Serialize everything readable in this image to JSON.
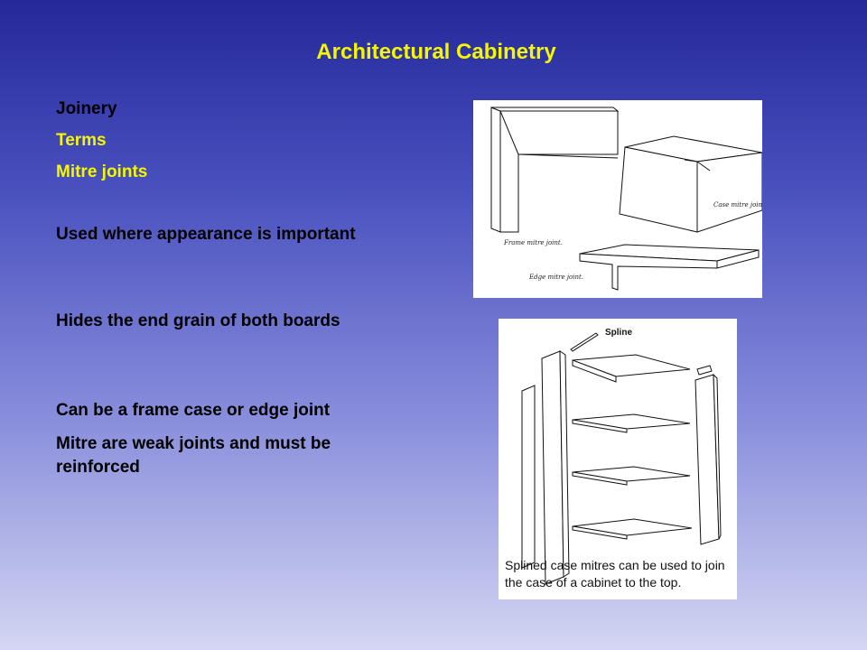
{
  "slide": {
    "title": "Architectural Cabinetry",
    "heading_joinery": "Joinery",
    "heading_terms": "Terms",
    "heading_mitre": "Mitre joints",
    "bullets": [
      "Used where appearance is important",
      "Hides the end grain of both boards",
      "Can be a frame case or edge joint",
      "Mitre are weak joints and must be reinforced"
    ]
  },
  "figure1": {
    "label_frame": "Frame mitre joint.",
    "label_case": "Case mitre joint.",
    "label_edge": "Edge mitre joint."
  },
  "figure2": {
    "spline_label": "Spline",
    "caption": "Splined case mitres can be used to join the case of a cabinet to the top."
  },
  "colors": {
    "title": "#f5f700",
    "highlight_text": "#f5f700",
    "body_text": "#000000",
    "background_top": "#24289a",
    "background_bottom": "#d4d6f2"
  }
}
